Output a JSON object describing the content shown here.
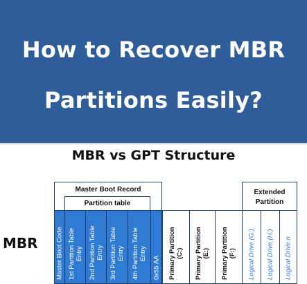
{
  "banner": {
    "title_line1": "How to Recover MBR",
    "title_line2": "Partitions Easily?",
    "background": "#2e5d9a"
  },
  "diagram": {
    "title": "MBR vs GPT Structure",
    "row_label": "MBR",
    "master_boot_record_label": "Master Boot Record",
    "partition_table_label": "Partition table",
    "extended_partition_label": "Extended\nPartition",
    "mbr_cells": [
      "Master Boot Code",
      "1st Partition Table\nEntry",
      "2nd Partition Table\nEntry",
      "3rd Partition Table\nEntry",
      "4th Partition Table\nEntry",
      "0x55 AA"
    ],
    "primary_partitions": [
      "Primary Partition\n(C:)",
      "Primary Partition\n(E:)",
      "Primary Partition\n(F:)"
    ],
    "logical_drives": [
      "Logical Drive (G:)",
      "Logical Drive (H:)",
      "Logical Drive n"
    ],
    "colors": {
      "mbr_cell": "#2f7bd4",
      "border": "#1f3b66",
      "logical_text": "#2f7bd4"
    }
  }
}
